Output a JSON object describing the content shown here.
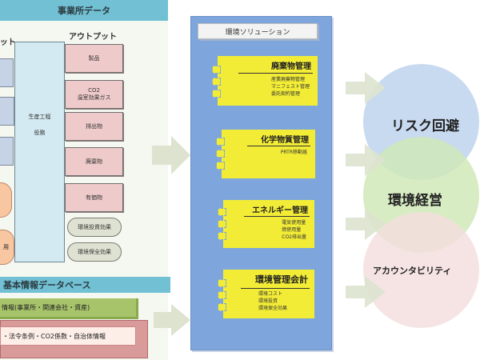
{
  "office_data": {
    "header": "事業所データ",
    "input_label": "インプット",
    "output_label": "アウトプット",
    "process": {
      "line1": "生産工程",
      "line2": "役務"
    },
    "inputs_partial": [
      "",
      "",
      "",
      "",
      "",
      "用"
    ],
    "outputs": [
      "製品",
      "CO2\n温室効果ガス",
      "排出物",
      "廃棄物",
      "有価物"
    ],
    "effects": [
      "環境投資効果",
      "環境保全効果"
    ]
  },
  "base_db": {
    "header": "基本情報データベース",
    "row1": "情報(事業所・関連会社・資産)",
    "row2": "・法令条例・CO2係数・自治体情報"
  },
  "solution": {
    "title": "環境ソリューション",
    "cards": [
      {
        "title": "廃棄物管理",
        "items": [
          "産業廃棄物管理",
          "マニフェスト管理",
          "委託契約管理"
        ]
      },
      {
        "title": "化学物質管理",
        "items": [
          "PRTR移動届"
        ]
      },
      {
        "title": "エネルギー管理",
        "items": [
          "電気使用量",
          "燃使用量",
          "CO2排出量"
        ]
      },
      {
        "title": "環境管理会計",
        "items": [
          "環境コスト",
          "環境投資",
          "環境保全効果"
        ]
      }
    ]
  },
  "outcomes": {
    "circles": [
      {
        "label": "リスク回避",
        "color": "#c5d8ef"
      },
      {
        "label": "環境経営",
        "color": "#cfe8b6"
      },
      {
        "label": "アカウンタビリティ",
        "color": "#f4dede"
      }
    ]
  },
  "colors": {
    "header": "#72c0d4",
    "solution_panel": "#7ea6dd",
    "card": "#f2ec36",
    "arrow": "#dde3cf",
    "output_box": "#eecaca",
    "input_box": "#c6d3e6",
    "process_box": "#d4eaf2"
  }
}
